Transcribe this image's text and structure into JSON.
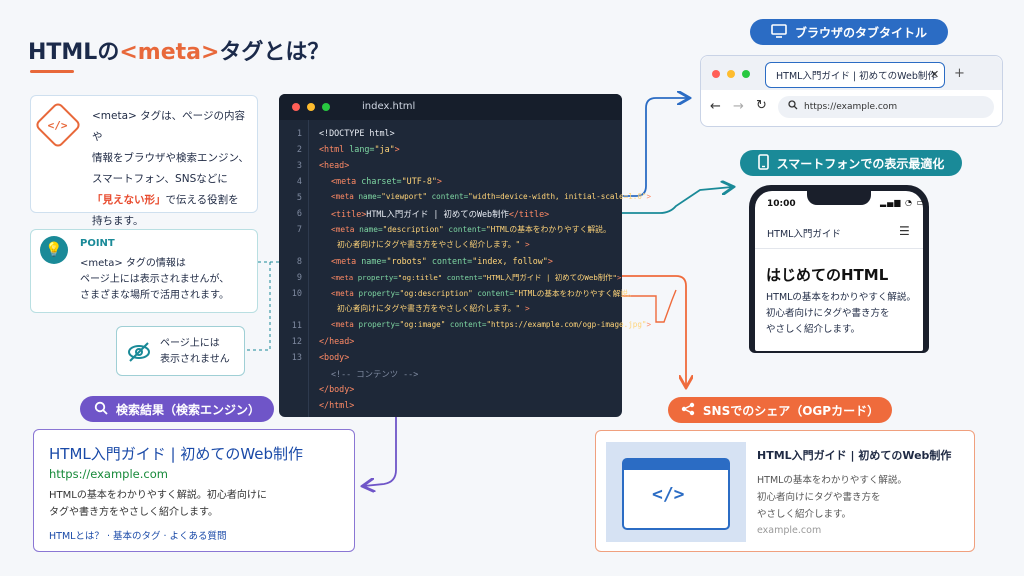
{
  "title": {
    "before": "HTMLの",
    "highlight": "<meta>",
    "after": "タグとは？"
  },
  "intro": {
    "icon": "code-icon",
    "line1": "<meta> タグは、ページの内容や",
    "line2": "情報をブラウザや検索エンジン、",
    "line3": "スマートフォン、SNSなどに",
    "emphasis": "「見えない形」",
    "line4_rest": "で伝える役割を",
    "line5": "持ちます。"
  },
  "point": {
    "icon": "lightbulb-icon",
    "label": "POINT",
    "line1": "<meta> タグの情報は",
    "line2": "ページ上には表示されませんが、",
    "line3": "さまざまな場所で活用されます。"
  },
  "hidden_note": {
    "icon": "eye-off-icon",
    "line1": "ページ上には",
    "line2": "表示されません"
  },
  "editor": {
    "filename": "index.html",
    "line_numbers": [
      "1",
      "2",
      "3",
      "4",
      "5",
      "6",
      "7",
      "8",
      "9",
      "10",
      "11",
      "12",
      "13"
    ],
    "lines": {
      "l1": "<!DOCTYPE html>",
      "l2_tag": "<html ",
      "l2_attr": "lang=",
      "l2_val": "\"ja\"",
      "l2_end": ">",
      "l3": "<head>",
      "l4_tag": "<meta ",
      "l4_attr": "charset=",
      "l4_val": "\"UTF-8\"",
      "l4_end": ">",
      "l5_tag": "<meta ",
      "l5_attr": "name=",
      "l5_val": "\"viewport\" ",
      "l5_attr2": "content=",
      "l5_val2": "\"width=device-width, initial-scale=1.0\"",
      "l5_end": ">",
      "l6_open": "<title>",
      "l6_text": "HTML入門ガイド | 初めてのWeb制作",
      "l6_close": "</title>",
      "l7_tag": "<meta ",
      "l7_attr": "name=",
      "l7_val": "\"description\" ",
      "l7_attr2": "content=",
      "l7_val2": "\"HTMLの基本をわかりやすく解説。",
      "l7b": "初心者向けにタグや書き方をやさしく紹介します。\"",
      "l7b_end": " >",
      "l8_tag": "<meta ",
      "l8_attr": "name=",
      "l8_val": "\"robots\" ",
      "l8_attr2": "content=",
      "l8_val2": "\"index, follow\"",
      "l8_end": ">",
      "l9_tag": "<meta ",
      "l9_attr": "property=",
      "l9_val": "\"og:title\" ",
      "l9_attr2": "content=",
      "l9_val2": "\"HTML入門ガイド | 初めてのWeb制作\"",
      "l9_end": ">",
      "l10_tag": "<meta ",
      "l10_attr": "property=",
      "l10_val": "\"og:description\" ",
      "l10_attr2": "content=",
      "l10_val2": "\"HTMLの基本をわかりやすく解説。",
      "l10b": "初心者向けにタグや書き方をやさしく紹介します。\"",
      "l10b_end": " >",
      "l11_tag": "<meta ",
      "l11_attr": "property=",
      "l11_val": "\"og:image\" ",
      "l11_attr2": "content=",
      "l11_val2": "\"https://example.com/ogp-image.jpg\"",
      "l11_end": ">",
      "l12": "</head>",
      "l13": "<body>",
      "l14": "<!-- コンテンツ -->",
      "l15": "</body>",
      "l16": "</html>"
    }
  },
  "browser": {
    "pill_icon": "monitor-icon",
    "pill": "ブラウザのタブタイトル",
    "tab_title": "HTML入門ガイド | 初めてのWeb制作",
    "tab_close": "✕",
    "new_tab": "+",
    "back": "←",
    "forward": "→",
    "reload": "↻",
    "search_icon": "search-icon",
    "url": "https://example.com"
  },
  "phone": {
    "pill_icon": "smartphone-icon",
    "pill": "スマートフォンでの表示最適化",
    "time": "10:00",
    "status": "▂▄▆ ◔ ▭",
    "header": "HTML入門ガイド",
    "menu": "☰",
    "heading": "はじめてのHTML",
    "body_line1": "HTMLの基本をわかりやすく解説。",
    "body_line2": "初心者向けにタグや書き方を",
    "body_line3": "やさしく紹介します。"
  },
  "search": {
    "pill_icon": "search-icon",
    "pill": "検索結果（検索エンジン）",
    "title": "HTML入門ガイド | 初めてのWeb制作",
    "url": "https://example.com",
    "desc_line1": "HTMLの基本をわかりやすく解説。初心者向けに",
    "desc_line2": "タグや書き方をやさしく紹介します。",
    "links": "HTMLとは？ · 基本のタグ · よくある質問"
  },
  "sns": {
    "pill_icon": "share-icon",
    "pill": "SNSでのシェア（OGPカード）",
    "image_code": "</>",
    "title": "HTML入門ガイド | 初めてのWeb制作",
    "desc_line1": "HTMLの基本をわかりやすく解説。",
    "desc_line2": "初心者向けにタグや書き方を",
    "desc_line3": "やさしく紹介します。",
    "domain": "example.com"
  },
  "colors": {
    "accent_orange": "#e8683a",
    "blue": "#2b6cc4",
    "teal": "#1a8a98",
    "purple": "#6f55c8",
    "sns_orange": "#ef6b3c"
  }
}
